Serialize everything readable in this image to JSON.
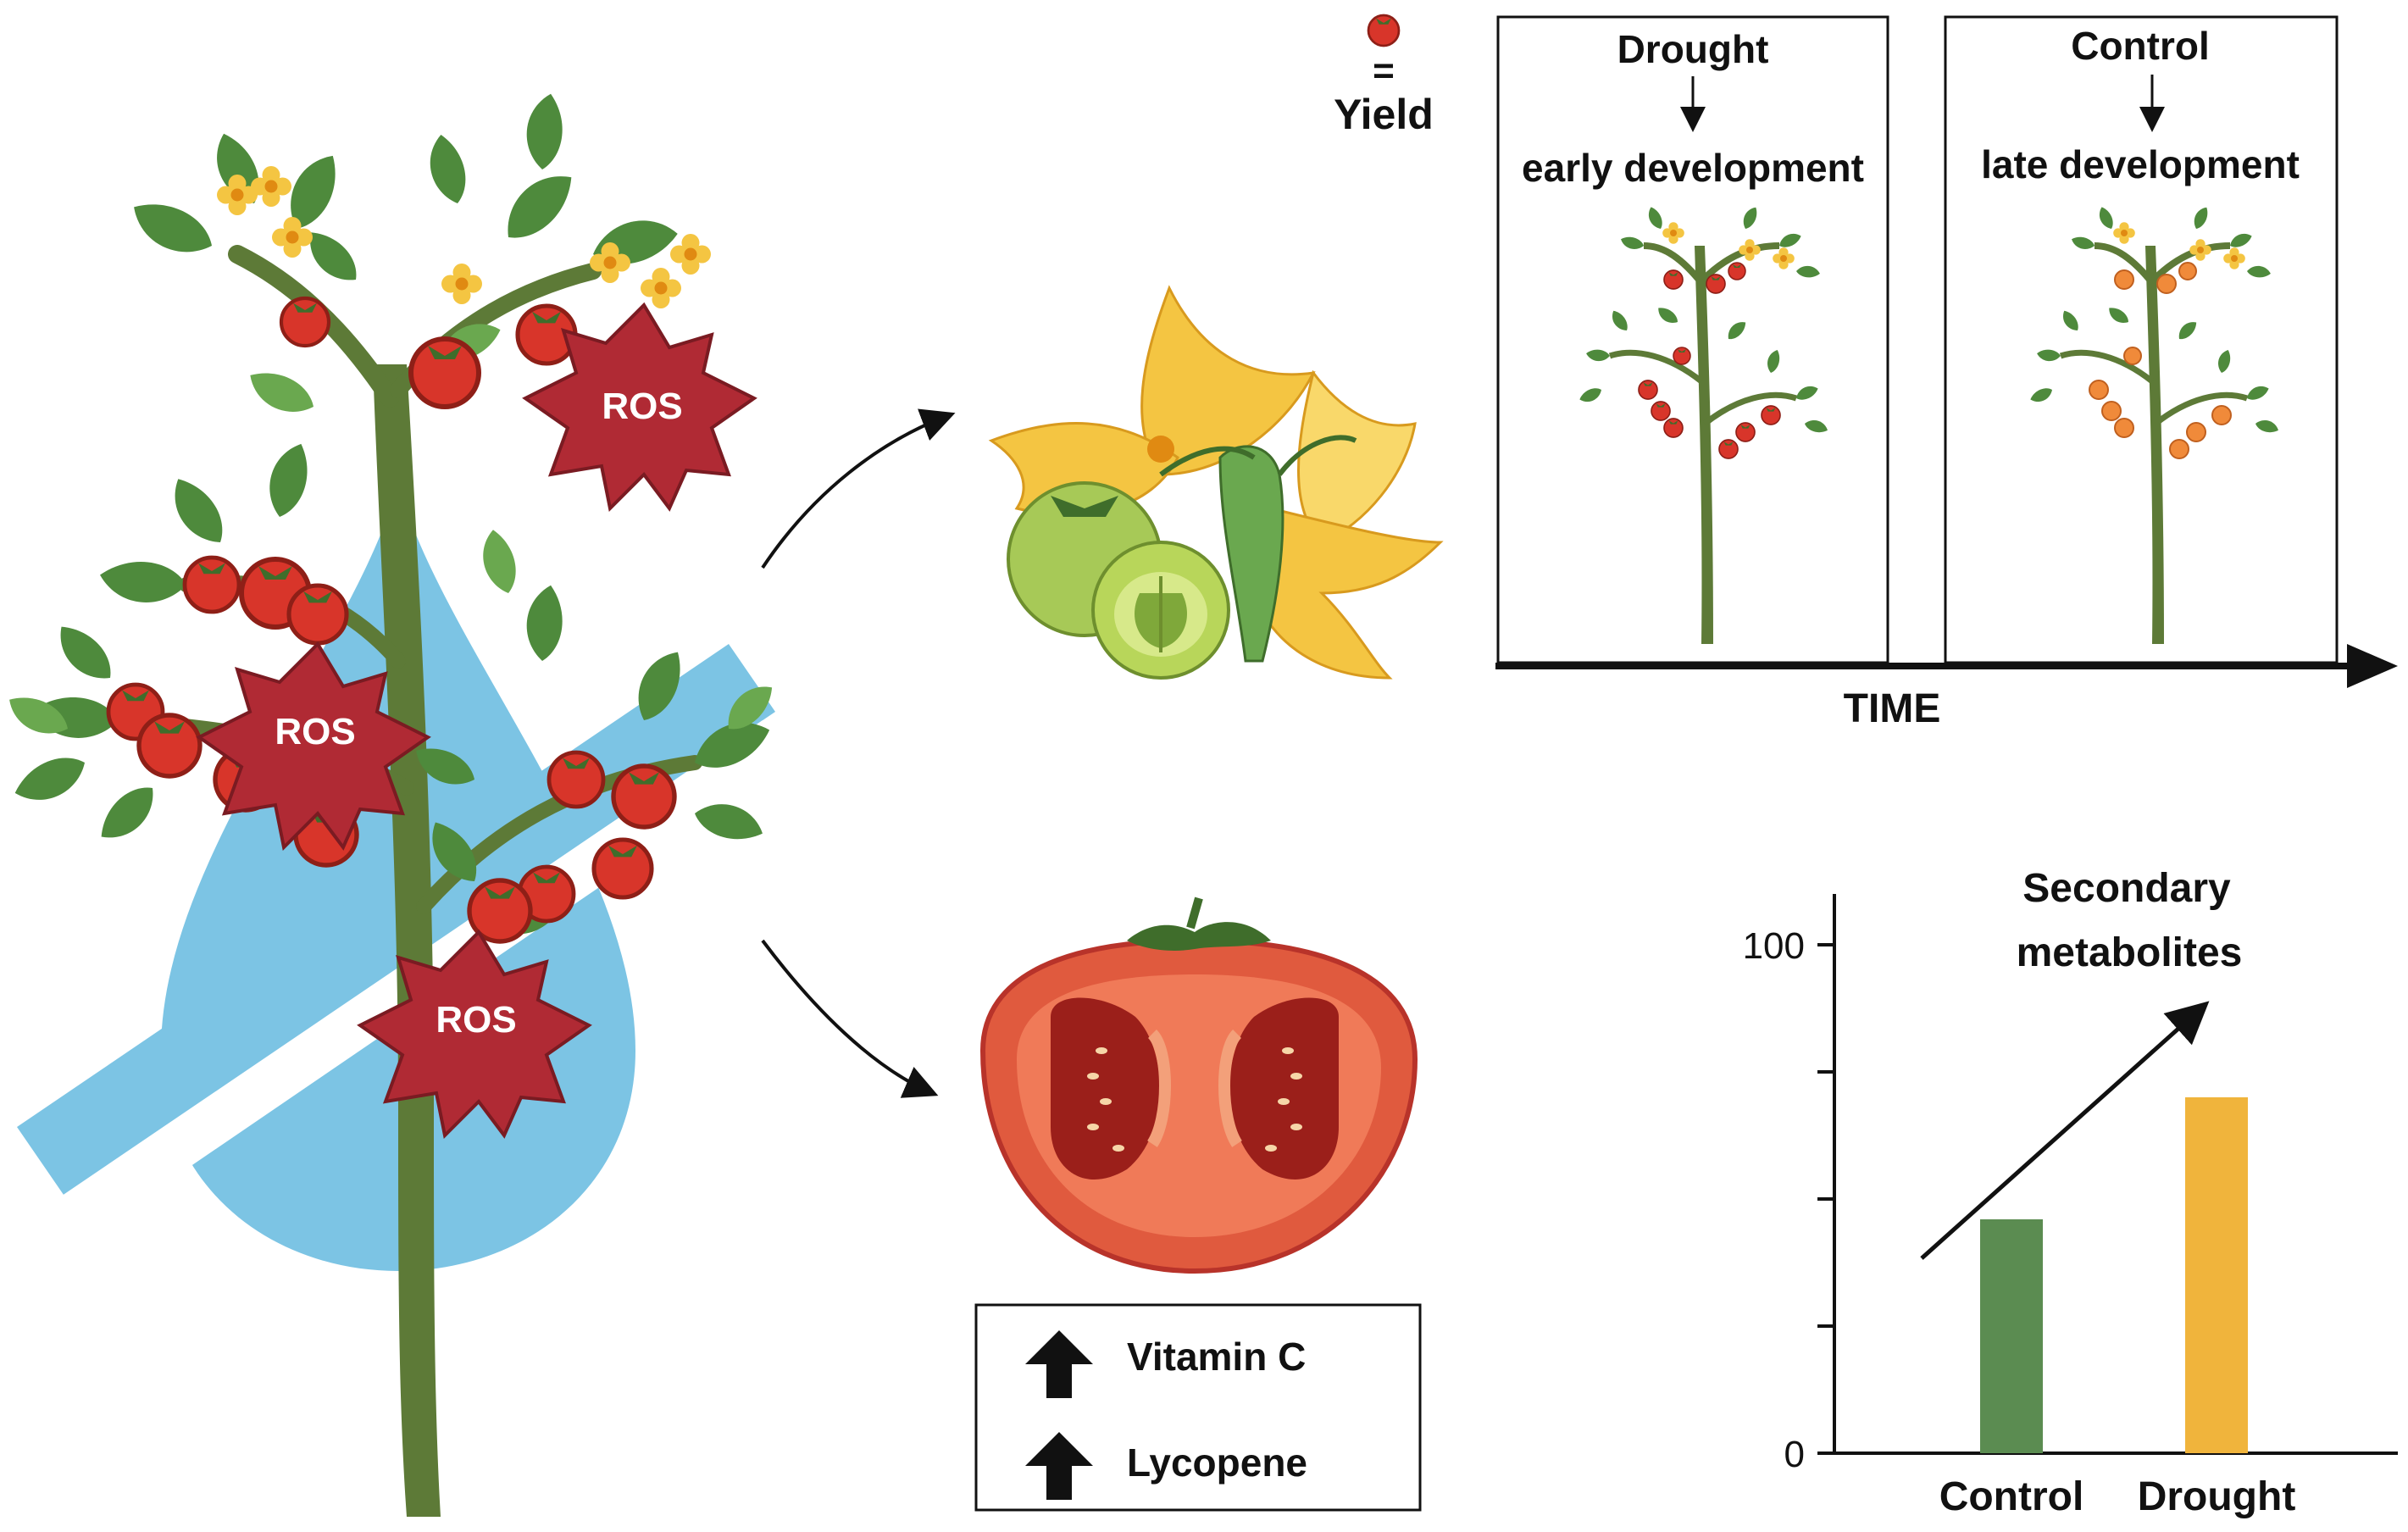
{
  "colors": {
    "water": "#7cc4e4",
    "stem": "#5d7a37",
    "leaf": "#4e8a3c",
    "leaf_light": "#6aa84f",
    "tomato_red": "#d8352a",
    "ros_fill": "#b02a34",
    "flower_yellow": "#f4c542",
    "green_fruit": "#a7c957",
    "bar_control": "#5b8c51",
    "bar_drought": "#f0b43c"
  },
  "legend": {
    "equals": "=",
    "yield_label": "Yield"
  },
  "ros_labels": [
    "ROS",
    "ROS",
    "ROS"
  ],
  "timeline": {
    "left_panel": {
      "condition": "Drought",
      "outcome": "early development"
    },
    "right_panel": {
      "condition": "Control",
      "outcome": "late development"
    },
    "axis_label": "TIME"
  },
  "nutrients": {
    "items": [
      "Vitamin C",
      "Lycopene"
    ],
    "arrow_icon": "up-arrow-icon"
  },
  "chart_data": {
    "type": "bar",
    "title": "Secondary metabolites",
    "categories": [
      "Control",
      "Drought"
    ],
    "values": [
      46,
      70
    ],
    "ylim": [
      0,
      100
    ],
    "yticks": [
      0,
      100
    ],
    "ytick_labels": [
      "0",
      "100"
    ],
    "grid": false,
    "trend_arrow": true
  }
}
